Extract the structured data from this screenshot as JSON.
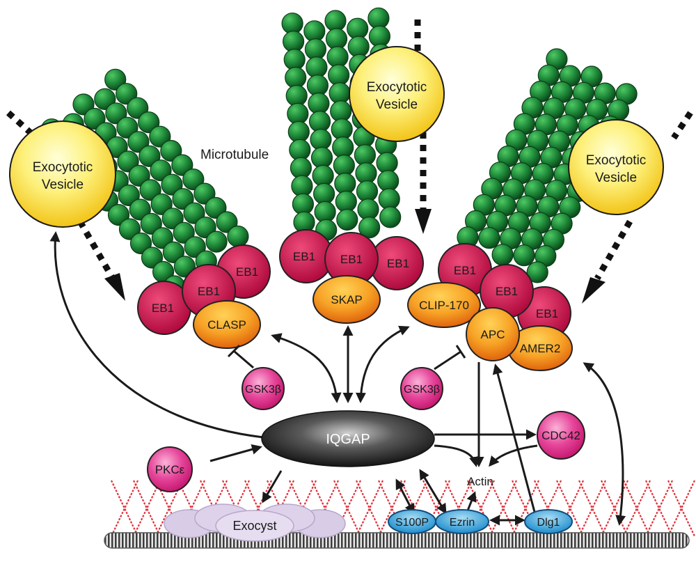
{
  "labels": {
    "microtubule": "Microtubule",
    "vesicle_line1": "Exocytotic",
    "vesicle_line2": "Vesicle",
    "eb1": "EB1",
    "clasp": "CLASP",
    "skap": "SKAP",
    "clip170": "CLIP-170",
    "apc": "APC",
    "amer2": "AMER2",
    "gsk3b": "GSK3β",
    "iqgap": "IQGAP",
    "cdc42": "CDC42",
    "pkce": "PKCε",
    "actin": "Actin",
    "exocyst": "Exocyst",
    "s100p": "S100P",
    "ezrin": "Ezrin",
    "dlg1": "Dlg1"
  },
  "colors": {
    "tubulin": "#1f8a3a",
    "tubulin_dark": "#0c4d1c",
    "vesicle": "#fbe94a",
    "eb1": "#d4134f",
    "orange_protein": "#f28a14",
    "kinase": "#e2328c",
    "iqgap": "#2f2f2f",
    "membrane_protein": "#2aa8e0",
    "exocyst": "#d8cce6",
    "actin": "#e0303a",
    "membrane": "#8a8a8a"
  }
}
